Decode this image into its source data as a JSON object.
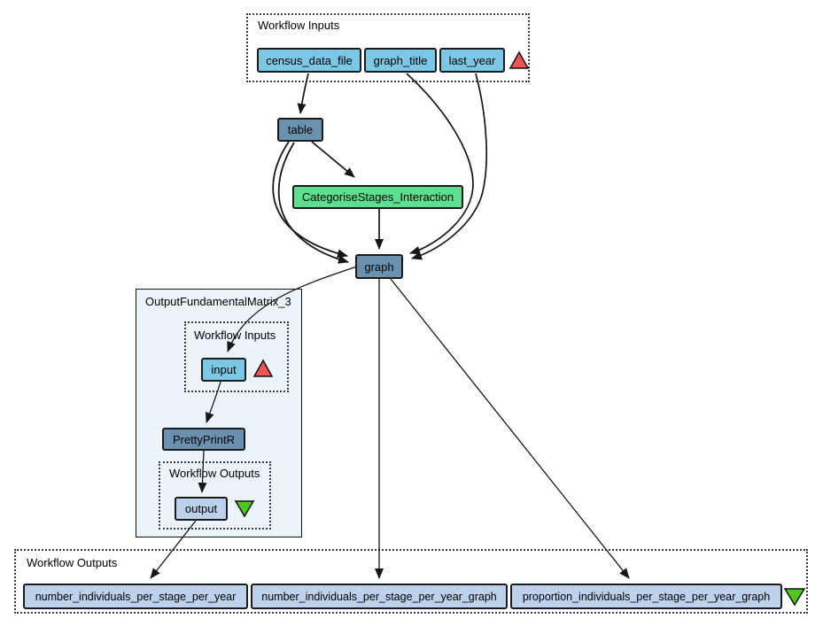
{
  "colors": {
    "port-input-fill": "#7cc8e4",
    "port-output-fill": "#bdd0ec",
    "processor-fill": "#6a92ae",
    "interaction-fill": "#5cdf8f",
    "nested-fill": "#ebf3fb",
    "marker-input": "#f05353",
    "marker-output": "#4fc81e",
    "edge": "#161616"
  },
  "workflow_inputs": {
    "title": "Workflow Inputs",
    "ports": [
      {
        "label": "census_data_file"
      },
      {
        "label": "graph_title"
      },
      {
        "label": "last_year"
      }
    ],
    "marker": "red-up-triangle"
  },
  "processors": {
    "table": {
      "label": "table"
    },
    "categorise": {
      "label": "CategoriseStages_Interaction"
    },
    "graph": {
      "label": "graph"
    },
    "pretty_print": {
      "label": "PrettyPrintR"
    }
  },
  "nested_workflow": {
    "title": "OutputFundamentalMatrix_3",
    "inputs": {
      "title": "Workflow Inputs",
      "port": {
        "label": "input"
      },
      "marker": "red-up-triangle"
    },
    "outputs": {
      "title": "Workflow Outputs",
      "port": {
        "label": "output"
      },
      "marker": "green-down-triangle"
    }
  },
  "workflow_outputs": {
    "title": "Workflow Outputs",
    "ports": [
      {
        "label": "number_individuals_per_stage_per_year"
      },
      {
        "label": "number_individuals_per_stage_per_year_graph"
      },
      {
        "label": "proportion_individuals_per_stage_per_year_graph"
      }
    ],
    "marker": "green-down-triangle"
  }
}
